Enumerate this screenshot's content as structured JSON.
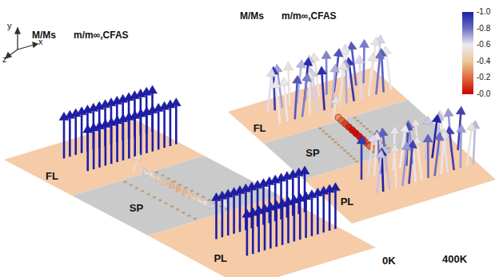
{
  "diagram": {
    "nodes": [
      {
        "text": [
          "FL"
        ]
      },
      {
        "text": [
          "SP"
        ]
      },
      {
        "text": [
          "PL"
        ]
      },
      {
        "text": [
          "FL"
        ]
      },
      {
        "text": [
          "SP"
        ]
      },
      {
        "text": [
          "PL"
        ]
      }
    ],
    "labels": [
      "M/Ms",
      "m/m∞,CFAS",
      "M/Ms",
      "m/m∞,CFAS",
      "y",
      "x",
      "z",
      "0K",
      "400K",
      "-1.0",
      "-0.8",
      "-0.6",
      "-0.4",
      "-0.2",
      "-0.0"
    ]
  }
}
